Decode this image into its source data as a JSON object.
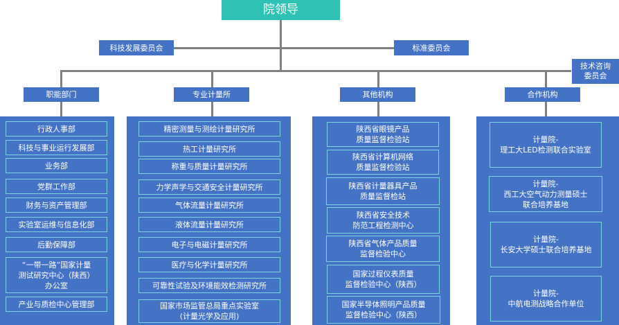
{
  "title": "院领导",
  "committees": {
    "tech_dev": "科技发展委员会",
    "standards": "标准委员会",
    "tech_consult": "技术咨询\n委员会"
  },
  "columns": [
    {
      "header": "职能部门",
      "items": [
        "行政人事部",
        "科技与事业运行发展部",
        "业务部",
        "党群工作部",
        "财务与资产管理部",
        "实验室运维与信息化部",
        "后勤保障部",
        "“一带一路”国家计量\n测试研究中心（陕西）\n办公室",
        "产业与质检中心管理部"
      ]
    },
    {
      "header": "专业计量所",
      "items": [
        "精密测量与测绘计量研究所",
        "热工计量研究所",
        "称重与质量计量研究所",
        "力学声学与交通安全计量研究所",
        "气体流量计量研究所",
        "液体流量计量研究所",
        "电子与电磁计量研究所",
        "医疗与化学计量研究所",
        "可靠性试验及环境能效检测研究所",
        "国家市场监管总局重点实验室\n(计量光学及应用)"
      ]
    },
    {
      "header": "其他机构",
      "items": [
        "陕西省眼镜产品\n质量监督检验站",
        "陕西省计算机网络\n质量监督检验站",
        "陕西省计量器具产品\n质量监督检站",
        "陕西省安全技术\n防范工程检测中心",
        "陕西省气体产品质量\n监督检验中心",
        "国家过程仪表质量\n监督检验中心（陕西）",
        "国家半导体照明产品质量\n监督检验中心（陕西）"
      ]
    },
    {
      "header": "合作机构",
      "items": [
        "计量院-\n理工大LED检测联合实验室",
        "计量院-\n西工大空气动力测量硕士\n联合培养基地",
        "计量院-\n长安大学硕士联合培养基地",
        "计量院-\n中航电测战略合作单位"
      ]
    }
  ],
  "colors": {
    "top_box": "#2ec1b4",
    "box": "#4472c4",
    "border": "#7ad5e0",
    "connector": "#808080"
  }
}
